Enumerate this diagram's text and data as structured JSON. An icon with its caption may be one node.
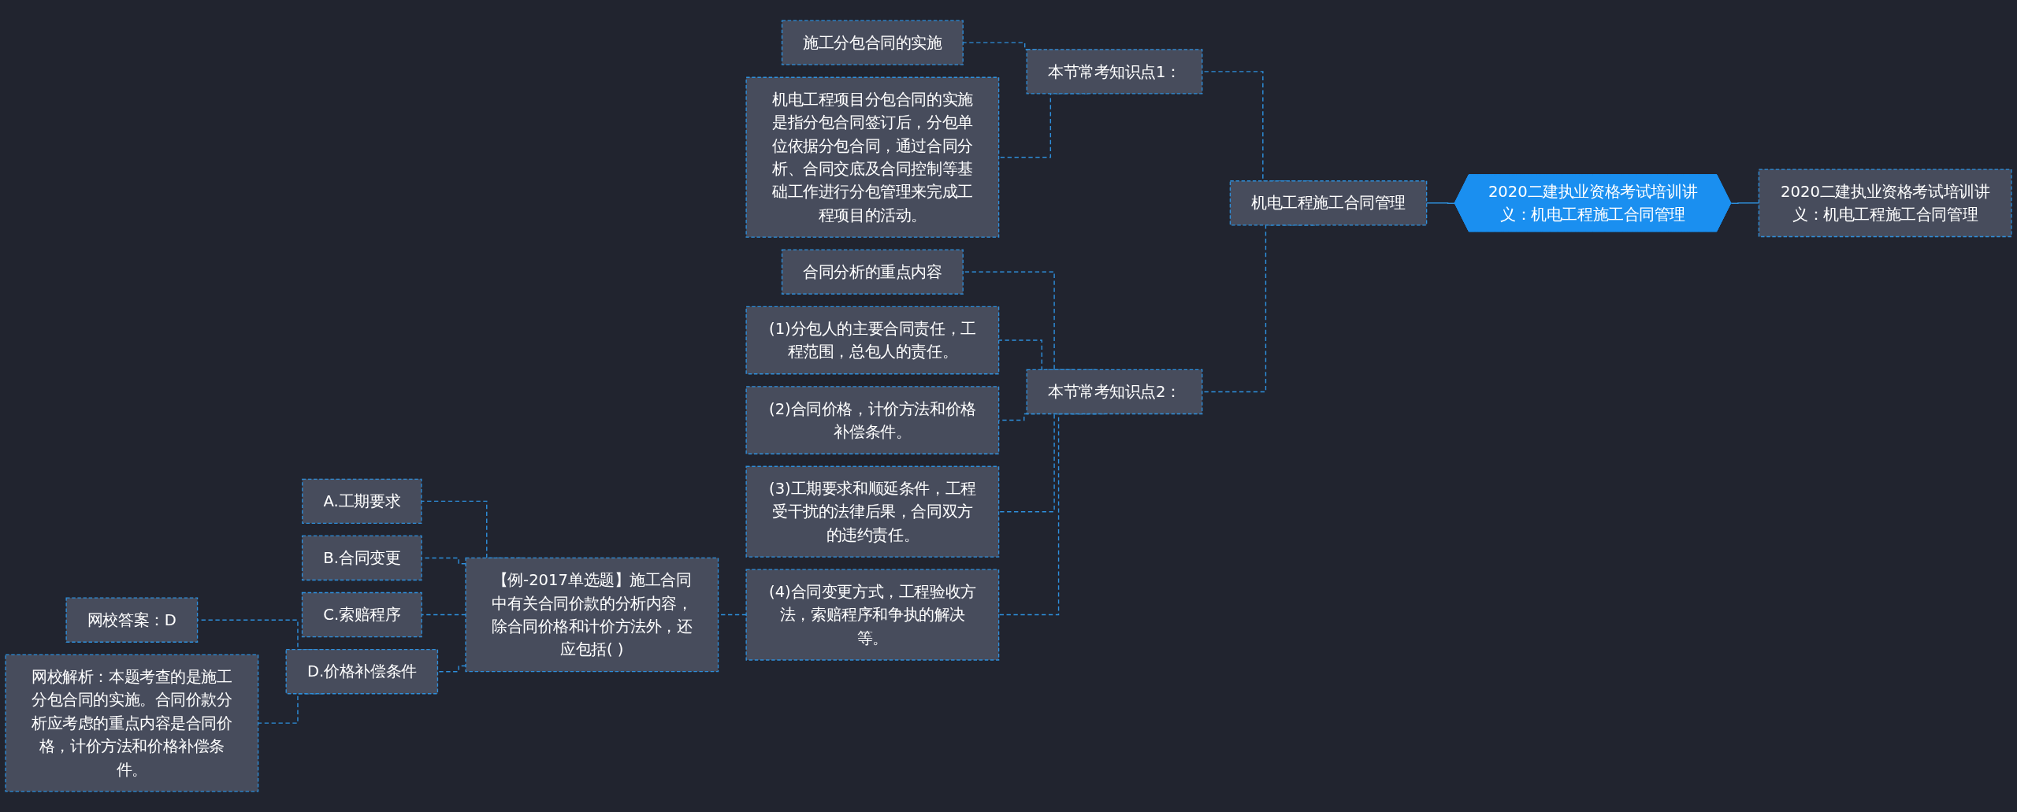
{
  "diagram": {
    "nodes": [
      {
        "text": [
          "2020二建执业资格考试培训讲义：机电工程施工合同管理"
        ]
      },
      {
        "text": [
          "2020二建执业资格考试培训讲义：机电工程施工合同管理"
        ]
      },
      {
        "text": [
          "机电工程施工合同管理"
        ]
      },
      {
        "text": [
          "本节常考知识点1："
        ]
      },
      {
        "text": [
          "施工分包合同的实施"
        ]
      },
      {
        "text": [
          "机电工程项目分包合同的实施是指分包合同签订后，分包单位依据分包合同，通过合同分析、合同交底及合同控制等基础工作进行分包管理来完成工程项目的活动。"
        ]
      },
      {
        "text": [
          "本节常考知识点2："
        ]
      },
      {
        "text": [
          "合同分析的重点内容"
        ]
      },
      {
        "text": [
          "(1)分包人的主要合同责任，工程范围，总包人的责任。"
        ]
      },
      {
        "text": [
          "(2)合同价格，计价方法和价格补偿条件。"
        ]
      },
      {
        "text": [
          "(3)工期要求和顺延条件，工程受干扰的法律后果，合同双方的违约责任。"
        ]
      },
      {
        "text": [
          "(4)合同变更方式，工程验收方法，索赔程序和争执的解决等。"
        ]
      },
      {
        "text": [
          "【例-2017单选题】施工合同中有关合同价款的分析内容，除合同价格和计价方法外，还应包括( )"
        ]
      },
      {
        "text": [
          "A.工期要求"
        ]
      },
      {
        "text": [
          "B.合同变更"
        ]
      },
      {
        "text": [
          "C.索赔程序"
        ]
      },
      {
        "text": [
          "D.价格补偿条件"
        ]
      },
      {
        "text": [
          "网校答案：D"
        ]
      },
      {
        "text": [
          "网校解析：本题考查的是施工分包合同的实施。合同价款分析应考虑的重点内容是合同价格，计价方法和价格补偿条件。"
        ]
      }
    ],
    "edges": [
      {
        "from": 1,
        "to": 0,
        "arrow": "none"
      },
      {
        "from": 0,
        "to": 2,
        "arrow": "none"
      },
      {
        "from": 2,
        "to": 3,
        "arrow": "none",
        "style": "dashed"
      },
      {
        "from": 2,
        "to": 6,
        "arrow": "none",
        "style": "dashed"
      },
      {
        "from": 3,
        "to": 4,
        "arrow": "none",
        "style": "dashed"
      },
      {
        "from": 3,
        "to": 5,
        "arrow": "none",
        "style": "dashed"
      },
      {
        "from": 6,
        "to": 7,
        "arrow": "none",
        "style": "dashed"
      },
      {
        "from": 6,
        "to": 8,
        "arrow": "none",
        "style": "dashed"
      },
      {
        "from": 6,
        "to": 9,
        "arrow": "none",
        "style": "dashed"
      },
      {
        "from": 6,
        "to": 10,
        "arrow": "none",
        "style": "dashed"
      },
      {
        "from": 6,
        "to": 11,
        "arrow": "none",
        "style": "dashed"
      },
      {
        "from": 11,
        "to": 12,
        "arrow": "none",
        "style": "dashed"
      },
      {
        "from": 12,
        "to": 13,
        "arrow": "none",
        "style": "dashed"
      },
      {
        "from": 12,
        "to": 14,
        "arrow": "none",
        "style": "dashed"
      },
      {
        "from": 12,
        "to": 15,
        "arrow": "none",
        "style": "dashed"
      },
      {
        "from": 12,
        "to": 16,
        "arrow": "none",
        "style": "dashed"
      },
      {
        "from": 16,
        "to": 17,
        "arrow": "none",
        "style": "dashed"
      },
      {
        "from": 16,
        "to": 18,
        "arrow": "none",
        "style": "dashed"
      }
    ]
  }
}
